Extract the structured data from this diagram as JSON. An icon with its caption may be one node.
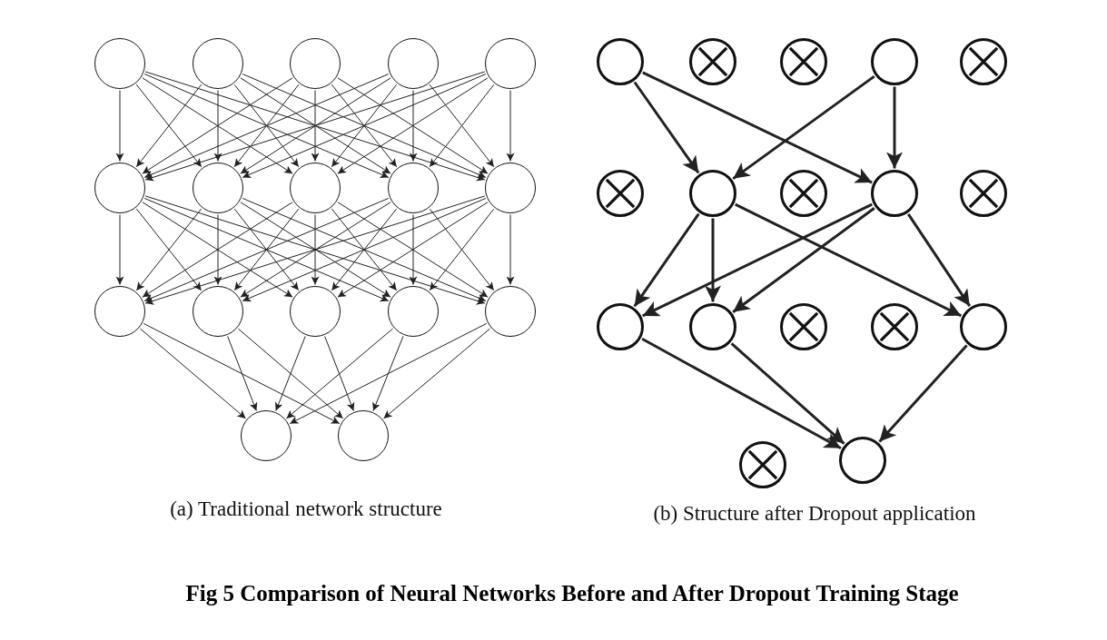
{
  "diagram": {
    "caption": "Fig 5 Comparison of Neural Networks Before and After Dropout Training Stage",
    "nodes": [
      {
        "text": [],
        "shape": "circle"
      },
      {
        "text": [],
        "shape": "circle"
      },
      {
        "text": [],
        "shape": "circle"
      },
      {
        "text": [],
        "shape": "circle"
      },
      {
        "text": [],
        "shape": "circle"
      },
      {
        "text": [],
        "shape": "circle"
      },
      {
        "text": [],
        "shape": "circle"
      },
      {
        "text": [],
        "shape": "circle"
      },
      {
        "text": [],
        "shape": "circle"
      },
      {
        "text": [],
        "shape": "circle"
      },
      {
        "text": [],
        "shape": "circle"
      },
      {
        "text": [],
        "shape": "circle"
      },
      {
        "text": [],
        "shape": "circle"
      },
      {
        "text": [],
        "shape": "circle"
      },
      {
        "text": [],
        "shape": "circle"
      },
      {
        "text": [],
        "shape": "circle"
      },
      {
        "text": [],
        "shape": "circle"
      },
      {
        "text": [],
        "shape": "circle"
      },
      {
        "text": [],
        "shape": "crossed-circle"
      },
      {
        "text": [],
        "shape": "crossed-circle"
      },
      {
        "text": [],
        "shape": "circle"
      },
      {
        "text": [],
        "shape": "crossed-circle"
      },
      {
        "text": [],
        "shape": "crossed-circle"
      },
      {
        "text": [],
        "shape": "circle"
      },
      {
        "text": [],
        "shape": "crossed-circle"
      },
      {
        "text": [],
        "shape": "circle"
      },
      {
        "text": [],
        "shape": "crossed-circle"
      },
      {
        "text": [],
        "shape": "circle"
      },
      {
        "text": [],
        "shape": "circle"
      },
      {
        "text": [],
        "shape": "crossed-circle"
      },
      {
        "text": [],
        "shape": "crossed-circle"
      },
      {
        "text": [],
        "shape": "circle"
      },
      {
        "text": [],
        "shape": "crossed-circle"
      },
      {
        "text": [],
        "shape": "circle"
      }
    ],
    "edges": [
      {
        "from": 0,
        "to": 5,
        "arrow": "to"
      },
      {
        "from": 0,
        "to": 6,
        "arrow": "to"
      },
      {
        "from": 0,
        "to": 7,
        "arrow": "to"
      },
      {
        "from": 0,
        "to": 8,
        "arrow": "to"
      },
      {
        "from": 0,
        "to": 9,
        "arrow": "to"
      },
      {
        "from": 1,
        "to": 5,
        "arrow": "to"
      },
      {
        "from": 1,
        "to": 6,
        "arrow": "to"
      },
      {
        "from": 1,
        "to": 7,
        "arrow": "to"
      },
      {
        "from": 1,
        "to": 8,
        "arrow": "to"
      },
      {
        "from": 1,
        "to": 9,
        "arrow": "to"
      },
      {
        "from": 2,
        "to": 5,
        "arrow": "to"
      },
      {
        "from": 2,
        "to": 6,
        "arrow": "to"
      },
      {
        "from": 2,
        "to": 7,
        "arrow": "to"
      },
      {
        "from": 2,
        "to": 8,
        "arrow": "to"
      },
      {
        "from": 2,
        "to": 9,
        "arrow": "to"
      },
      {
        "from": 3,
        "to": 5,
        "arrow": "to"
      },
      {
        "from": 3,
        "to": 6,
        "arrow": "to"
      },
      {
        "from": 3,
        "to": 7,
        "arrow": "to"
      },
      {
        "from": 3,
        "to": 8,
        "arrow": "to"
      },
      {
        "from": 3,
        "to": 9,
        "arrow": "to"
      },
      {
        "from": 4,
        "to": 5,
        "arrow": "to"
      },
      {
        "from": 4,
        "to": 6,
        "arrow": "to"
      },
      {
        "from": 4,
        "to": 7,
        "arrow": "to"
      },
      {
        "from": 4,
        "to": 8,
        "arrow": "to"
      },
      {
        "from": 4,
        "to": 9,
        "arrow": "to"
      },
      {
        "from": 5,
        "to": 10,
        "arrow": "to"
      },
      {
        "from": 5,
        "to": 11,
        "arrow": "to"
      },
      {
        "from": 5,
        "to": 12,
        "arrow": "to"
      },
      {
        "from": 5,
        "to": 13,
        "arrow": "to"
      },
      {
        "from": 5,
        "to": 14,
        "arrow": "to"
      },
      {
        "from": 6,
        "to": 10,
        "arrow": "to"
      },
      {
        "from": 6,
        "to": 11,
        "arrow": "to"
      },
      {
        "from": 6,
        "to": 12,
        "arrow": "to"
      },
      {
        "from": 6,
        "to": 13,
        "arrow": "to"
      },
      {
        "from": 6,
        "to": 14,
        "arrow": "to"
      },
      {
        "from": 7,
        "to": 10,
        "arrow": "to"
      },
      {
        "from": 7,
        "to": 11,
        "arrow": "to"
      },
      {
        "from": 7,
        "to": 12,
        "arrow": "to"
      },
      {
        "from": 7,
        "to": 13,
        "arrow": "to"
      },
      {
        "from": 7,
        "to": 14,
        "arrow": "to"
      },
      {
        "from": 8,
        "to": 10,
        "arrow": "to"
      },
      {
        "from": 8,
        "to": 11,
        "arrow": "to"
      },
      {
        "from": 8,
        "to": 12,
        "arrow": "to"
      },
      {
        "from": 8,
        "to": 13,
        "arrow": "to"
      },
      {
        "from": 8,
        "to": 14,
        "arrow": "to"
      },
      {
        "from": 9,
        "to": 10,
        "arrow": "to"
      },
      {
        "from": 9,
        "to": 11,
        "arrow": "to"
      },
      {
        "from": 9,
        "to": 12,
        "arrow": "to"
      },
      {
        "from": 9,
        "to": 13,
        "arrow": "to"
      },
      {
        "from": 9,
        "to": 14,
        "arrow": "to"
      },
      {
        "from": 10,
        "to": 15,
        "arrow": "to"
      },
      {
        "from": 10,
        "to": 16,
        "arrow": "to"
      },
      {
        "from": 11,
        "to": 15,
        "arrow": "to"
      },
      {
        "from": 11,
        "to": 16,
        "arrow": "to"
      },
      {
        "from": 12,
        "to": 15,
        "arrow": "to"
      },
      {
        "from": 12,
        "to": 16,
        "arrow": "to"
      },
      {
        "from": 13,
        "to": 15,
        "arrow": "to"
      },
      {
        "from": 13,
        "to": 16,
        "arrow": "to"
      },
      {
        "from": 14,
        "to": 15,
        "arrow": "to"
      },
      {
        "from": 14,
        "to": 16,
        "arrow": "to"
      },
      {
        "from": 17,
        "to": 23,
        "arrow": "to",
        "style": "thick"
      },
      {
        "from": 17,
        "to": 25,
        "arrow": "to",
        "style": "thick"
      },
      {
        "from": 20,
        "to": 23,
        "arrow": "to",
        "style": "thick"
      },
      {
        "from": 20,
        "to": 25,
        "arrow": "to",
        "style": "thick"
      },
      {
        "from": 23,
        "to": 27,
        "arrow": "to",
        "style": "thick"
      },
      {
        "from": 23,
        "to": 28,
        "arrow": "to",
        "style": "thick"
      },
      {
        "from": 23,
        "to": 31,
        "arrow": "to",
        "style": "thick"
      },
      {
        "from": 25,
        "to": 27,
        "arrow": "to",
        "style": "thick"
      },
      {
        "from": 25,
        "to": 28,
        "arrow": "to",
        "style": "thick"
      },
      {
        "from": 25,
        "to": 31,
        "arrow": "to",
        "style": "thick"
      },
      {
        "from": 27,
        "to": 33,
        "arrow": "to",
        "style": "thick"
      },
      {
        "from": 28,
        "to": 33,
        "arrow": "to",
        "style": "thick"
      },
      {
        "from": 31,
        "to": 33,
        "arrow": "to",
        "style": "thick"
      }
    ],
    "labels": [
      "(a) Traditional network structure",
      "(b) Structure after Dropout application"
    ]
  }
}
